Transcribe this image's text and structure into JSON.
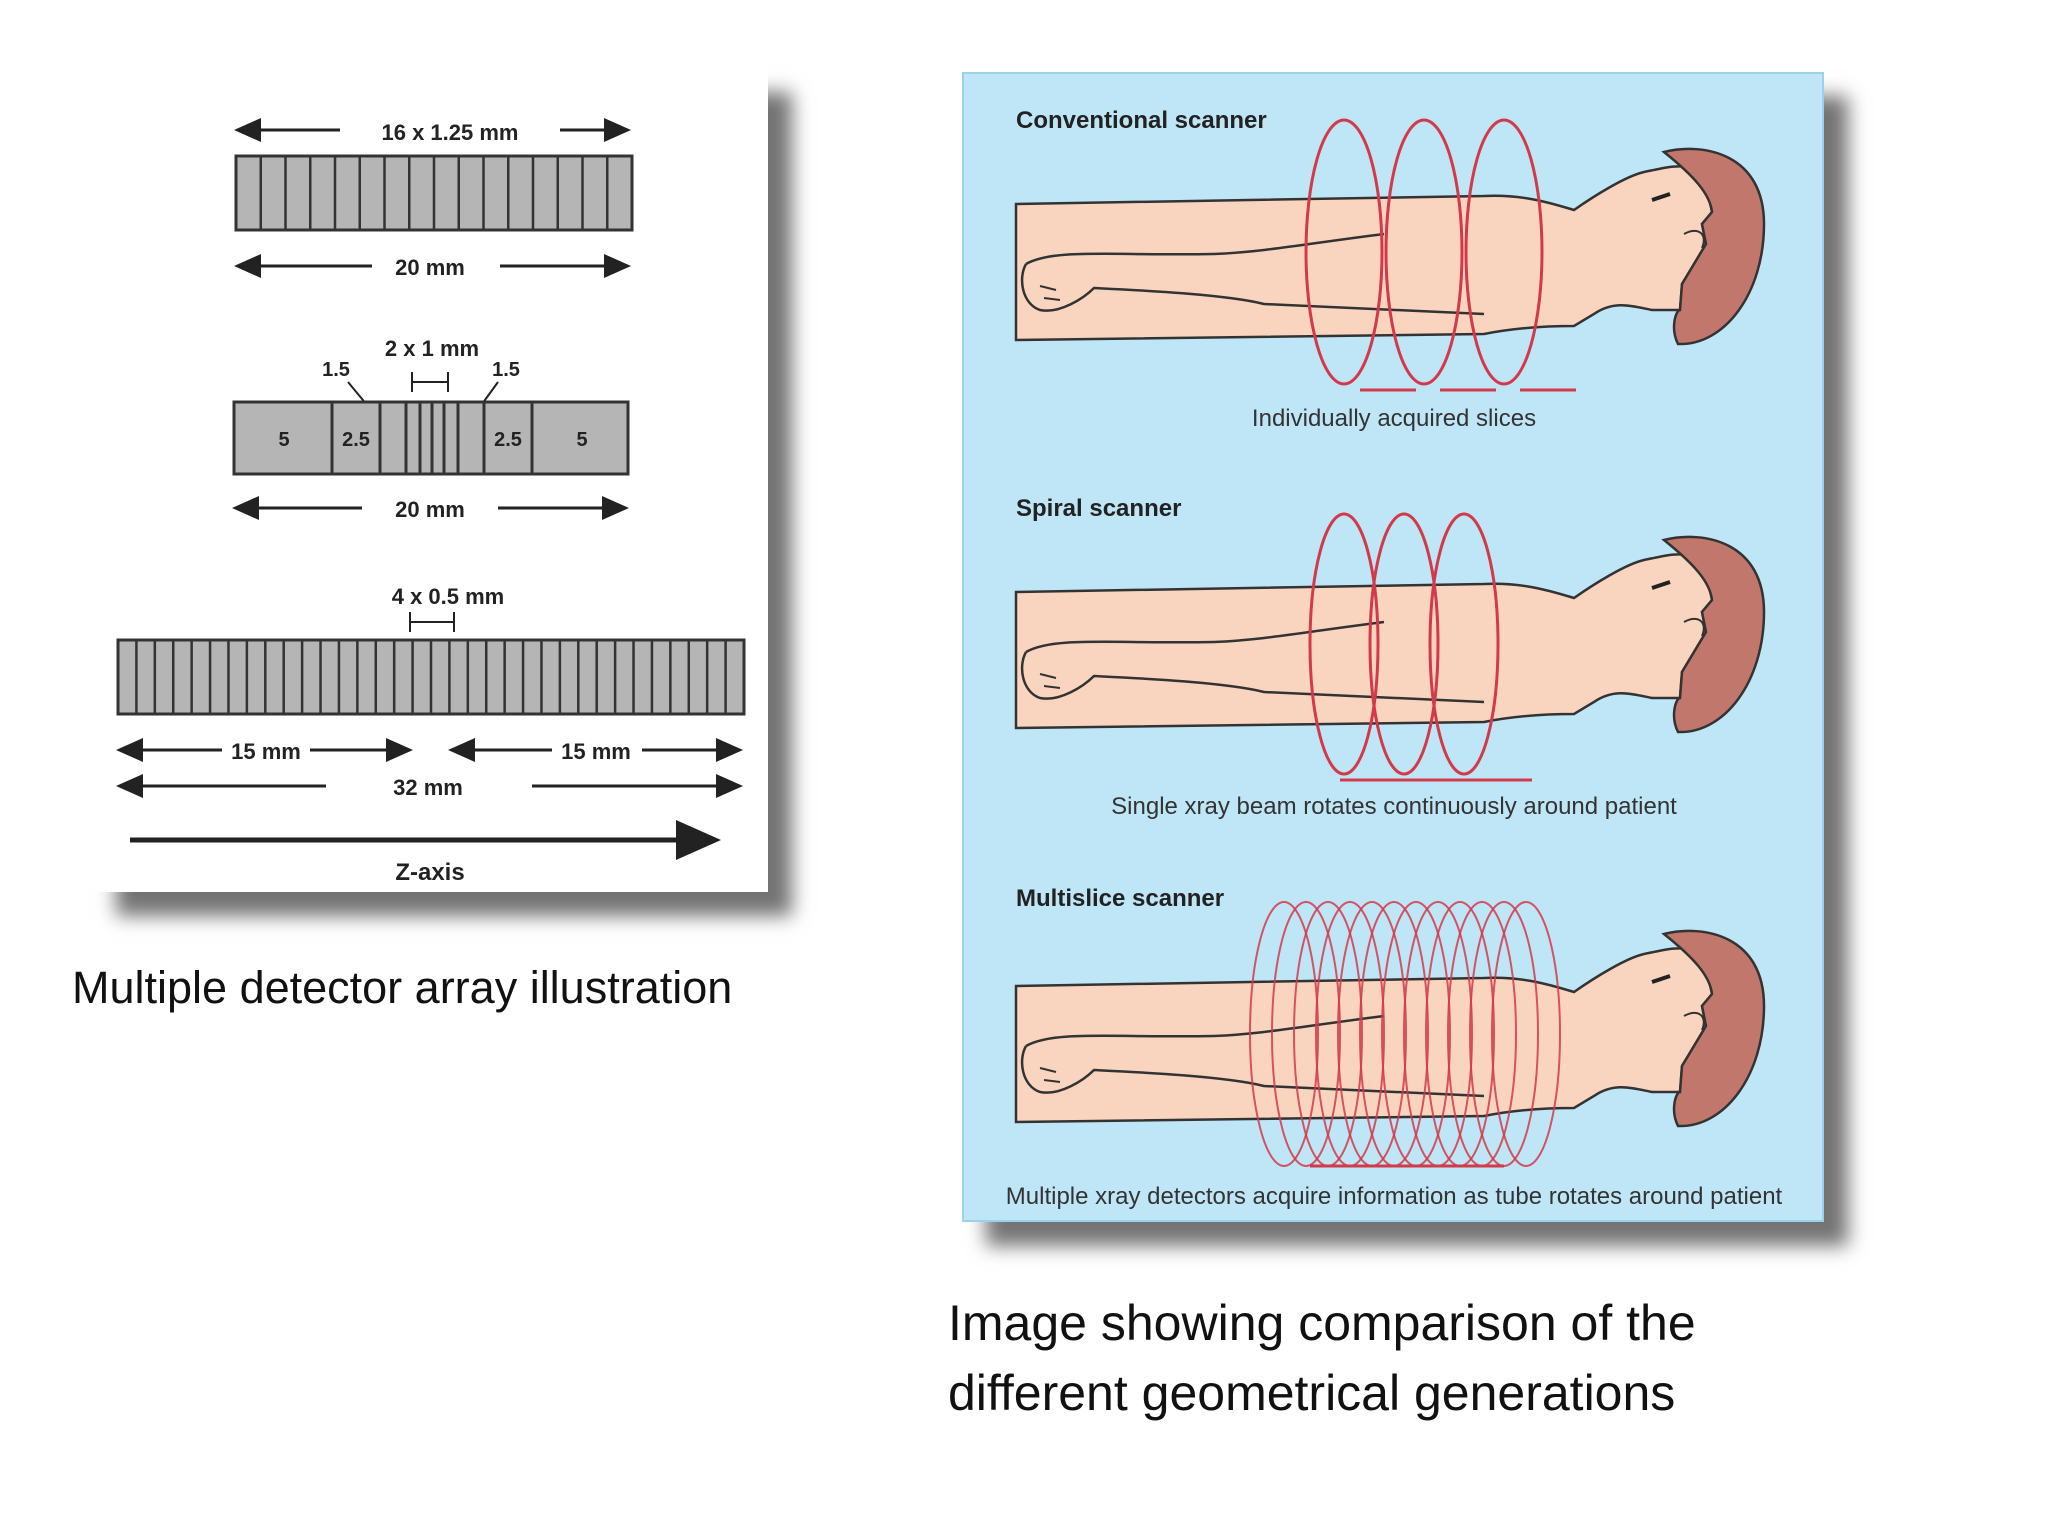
{
  "left_figure": {
    "labels": {
      "row1_top": "16 x 1.25 mm",
      "row1_bottom": "20 mm",
      "row2_top": "2 x 1 mm",
      "row2_left_small": "1.5",
      "row2_right_small": "1.5",
      "row2_seg_left": "5",
      "row2_seg_left_mid": "2.5",
      "row2_seg_right_mid": "2.5",
      "row2_seg_right": "5",
      "row2_bottom": "20 mm",
      "row3_top": "4 x 0.5 mm",
      "row3_left": "15 mm",
      "row3_right": "15 mm",
      "row3_total": "32 mm",
      "axis": "Z-axis"
    },
    "caption": "Multiple detector array illustration"
  },
  "right_figure": {
    "panels": [
      {
        "title": "Conventional scanner",
        "caption": "Individually acquired slices"
      },
      {
        "title": "Spiral scanner",
        "caption": "Single xray beam rotates continuously around patient"
      },
      {
        "title": "Multislice scanner",
        "caption": "Multiple xray detectors acquire information as tube rotates around patient"
      }
    ],
    "caption_lines": [
      "Image showing comparison of the",
      "different geometrical generations"
    ]
  },
  "colors": {
    "panel_bg": "#bfe6f6",
    "skin": "#f9d5bf",
    "hair": "#c2776c",
    "beam": "#d23a4a",
    "detector_fill": "#b5b5b5"
  }
}
